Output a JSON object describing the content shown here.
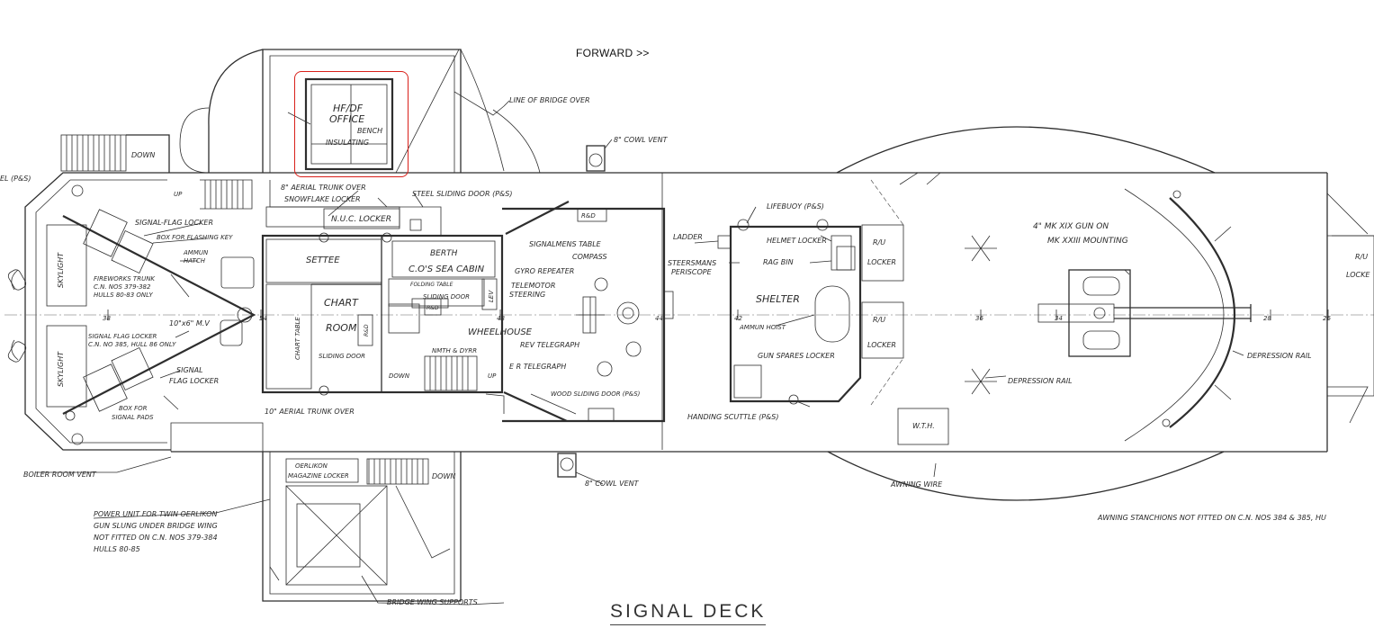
{
  "header": {
    "forward_label": "FORWARD >>"
  },
  "title": "SIGNAL DECK",
  "highlight": {
    "color": "#d9201a",
    "target": "HF/DF OFFICE"
  },
  "labels": {
    "hfdf_office_1": "HF/DF",
    "hfdf_office_2": "OFFICE",
    "bench": "BENCH",
    "insulating": "INSULATING",
    "line_of_bridge": "LINE OF BRIDGE OVER",
    "cowl_vent_top": "8\" COWL VENT",
    "cowl_vent_bottom": "8\" COWL VENT",
    "down_top": "DOWN",
    "down_bottom": "DOWN",
    "down_chart": "DOWN",
    "up_top": "UP",
    "up_wheel": "UP",
    "lamp_ps": "EL (P&S)",
    "aerial_trunk_top": "8\" AERIAL TRUNK OVER",
    "snowflake_locker": "SNOWFLAKE LOCKER",
    "nuc_locker": "N.U.C. LOCKER",
    "steel_sliding_door": "STEEL SLIDING DOOR (P&S)",
    "signal_flag_locker_top": "SIGNAL-FLAG LOCKER",
    "box_flashing": "BOX FOR FLASHING KEY",
    "ammun_hatch_1": "AMMUN",
    "ammun_hatch_2": "HATCH",
    "fireworks_1": "FIREWORKS TRUNK",
    "fireworks_2": "C.N. NOS 379-382",
    "fireworks_3": "HULLS 80-83 ONLY",
    "skylight_top": "SKYLIGHT",
    "skylight_bottom": "SKYLIGHT",
    "settee": "SETTEE",
    "berth": "BERTH",
    "co_sea_cabin": "C.O'S SEA CABIN",
    "folding_table": "FOLDING TABLE",
    "sliding_door_cabin": "SLIDING DOOR",
    "chart_room_1": "CHART",
    "chart_room_2": "ROOM",
    "chart_table": "CHART TABLE",
    "sliding_door_chart": "SLIDING DOOR",
    "rd_1": "R&D",
    "rd_2": "R&D",
    "rd_3": "R&D",
    "lev": "LEV",
    "sig_flag_locker_2": "SIGNAL FLAG LOCKER",
    "sig_flag_locker_3": "C.N. NO 385, HULL 86 ONLY",
    "signal_1": "SIGNAL",
    "signal_2": "FLAG LOCKER",
    "box_signal_pads_1": "BOX FOR",
    "box_signal_pads_2": "SIGNAL PADS",
    "mv": "10\"x6\" M.V",
    "aerial_trunk_bottom": "10\" AERIAL TRUNK OVER",
    "signalmens_table": "SIGNALMENS TABLE",
    "compass": "COMPASS",
    "gyro_repeater": "GYRO REPEATER",
    "telemotor_1": "TELEMOTOR",
    "telemotor_2": "STEERING",
    "wheelhouse": "WHEELHOUSE",
    "rev_telegraph": "REV TELEGRAPH",
    "er_telegraph": "E R TELEGRAPH",
    "nmth_dyrr": "NMTH & DYRR",
    "wood_sliding_door": "WOOD SLIDING DOOR (P&S)",
    "ladder": "LADDER",
    "steersmans_1": "STEERSMANS",
    "steersmans_2": "PERISCOPE",
    "lifebuoy": "LIFEBUOY (P&S)",
    "helmet_locker": "HELMET LOCKER",
    "rag_bin": "RAG BIN",
    "shelter": "SHELTER",
    "ammun_hoist": "AMMUN HOIST",
    "gun_spares_locker": "GUN SPARES LOCKER",
    "handing_scuttle": "HANDING SCUTTLE (P&S)",
    "ru_locker_top_1": "R/U",
    "ru_locker_top_2": "LOCKER",
    "ru_locker_bot_1": "R/U",
    "ru_locker_bot_2": "LOCKER",
    "gun_1": "4\" MK XIX GUN ON",
    "gun_2": "MK XXIII MOUNTING",
    "depression_rail_1": "DEPRESSION RAIL",
    "depression_rail_2": "DEPRESSION RAIL",
    "ru_right_1": "R/U",
    "ru_right_2": "LOCKE",
    "wth": "W.T.H.",
    "boiler_room_vent": "BOILER ROOM VENT",
    "oerlikon_1": "OERLIKON",
    "oerlikon_2": "MAGAZINE LOCKER",
    "power_1": "POWER UNIT FOR TWIN OERLIKON",
    "power_2": "GUN SLUNG UNDER BRIDGE WING",
    "power_3": "NOT FITTED ON C.N. NOS 379-384",
    "power_4": "HULLS 80-85",
    "awning_wire": "AWNING WIRE",
    "awning_stanchions": "AWNING STANCHIONS NOT FITTED ON C.N. NOS 384 & 385, HU",
    "bridge_wing_supports": "BRIDGE WING SUPPORTS",
    "frame_38": "38",
    "frame_54": "54",
    "frame_48": "48",
    "frame_44": "44",
    "frame_42": "42",
    "frame_36": "36",
    "frame_34": "34",
    "frame_28": "28",
    "frame_26": "26"
  }
}
